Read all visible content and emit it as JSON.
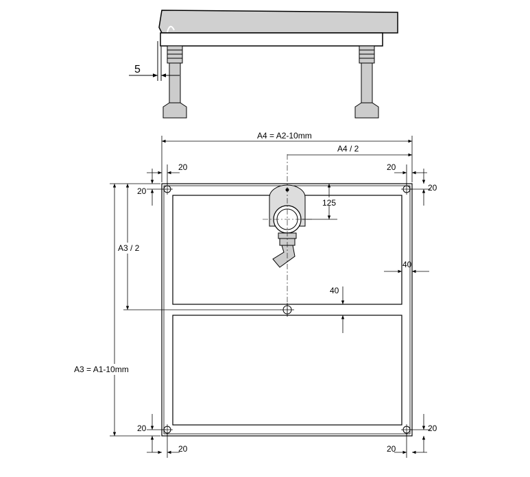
{
  "diagram": {
    "side_view": {
      "offset_label": "5"
    },
    "plan_view": {
      "width_label": "A4 = A2-10mm",
      "half_width_label": "A4 / 2",
      "height_label": "A3 = A1-10mm",
      "half_height_label": "A3 / 2",
      "drain_offset_label": "125",
      "right_margin_label": "40",
      "gap_label": "40",
      "corner_tl_x": "20",
      "corner_tl_y": "20",
      "corner_tr_x": "20",
      "corner_tr_y": "20",
      "corner_bl_x": "20",
      "corner_bl_y": "20",
      "corner_br_x": "20",
      "corner_br_y": "20"
    }
  }
}
